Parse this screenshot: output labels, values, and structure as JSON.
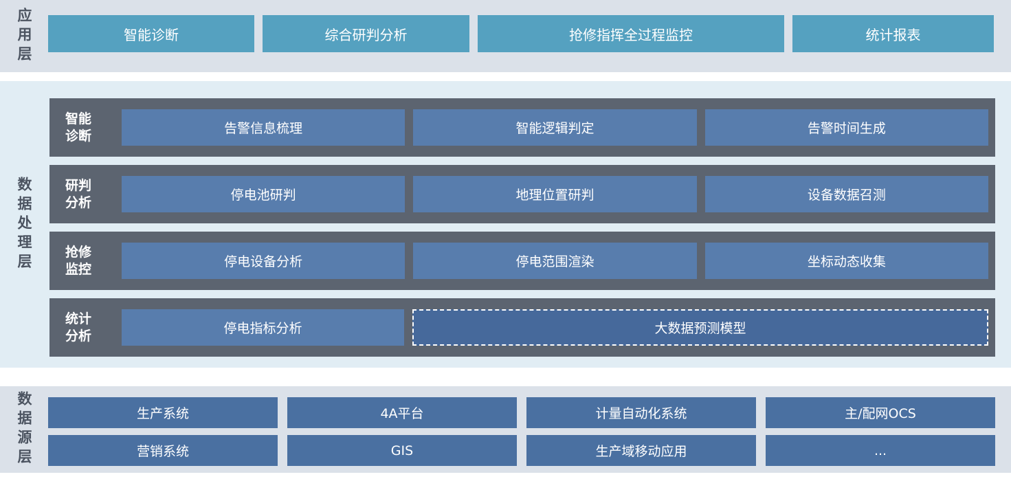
{
  "colors": {
    "band_gray": "#dbe1e9",
    "band_blue": "#e1edf4",
    "teal_button": "#55a1c0",
    "row_dark": "#5c6470",
    "mid_button": "#587dad",
    "dashed_fill": "#46699b",
    "source_button": "#4a70a1",
    "layer_label": "#4b5360",
    "button_text": "#ffffff"
  },
  "app_layer": {
    "label": "应用层",
    "buttons": [
      "智能诊断",
      "综合研判分析",
      "抢修指挥全过程监控",
      "统计报表"
    ]
  },
  "processing_layer": {
    "label": "数据处理层",
    "rows": [
      {
        "label": "智能\n诊断",
        "buttons": [
          "告警信息梳理",
          "智能逻辑判定",
          "告警时间生成"
        ]
      },
      {
        "label": "研判\n分析",
        "buttons": [
          "停电池研判",
          "地理位置研判",
          "设备数据召测"
        ]
      },
      {
        "label": "抢修\n监控",
        "buttons": [
          "停电设备分析",
          "停电范围渲染",
          "坐标动态收集"
        ]
      },
      {
        "label": "统计\n分析",
        "buttons": [
          "停电指标分析"
        ],
        "dashed_button": "大数据预测模型"
      }
    ]
  },
  "source_layer": {
    "label": "数据源层",
    "rows": [
      [
        "生产系统",
        "4A平台",
        "计量自动化系统",
        "主/配网OCS"
      ],
      [
        "营销系统",
        "GIS",
        "生产域移动应用",
        "..."
      ]
    ]
  }
}
